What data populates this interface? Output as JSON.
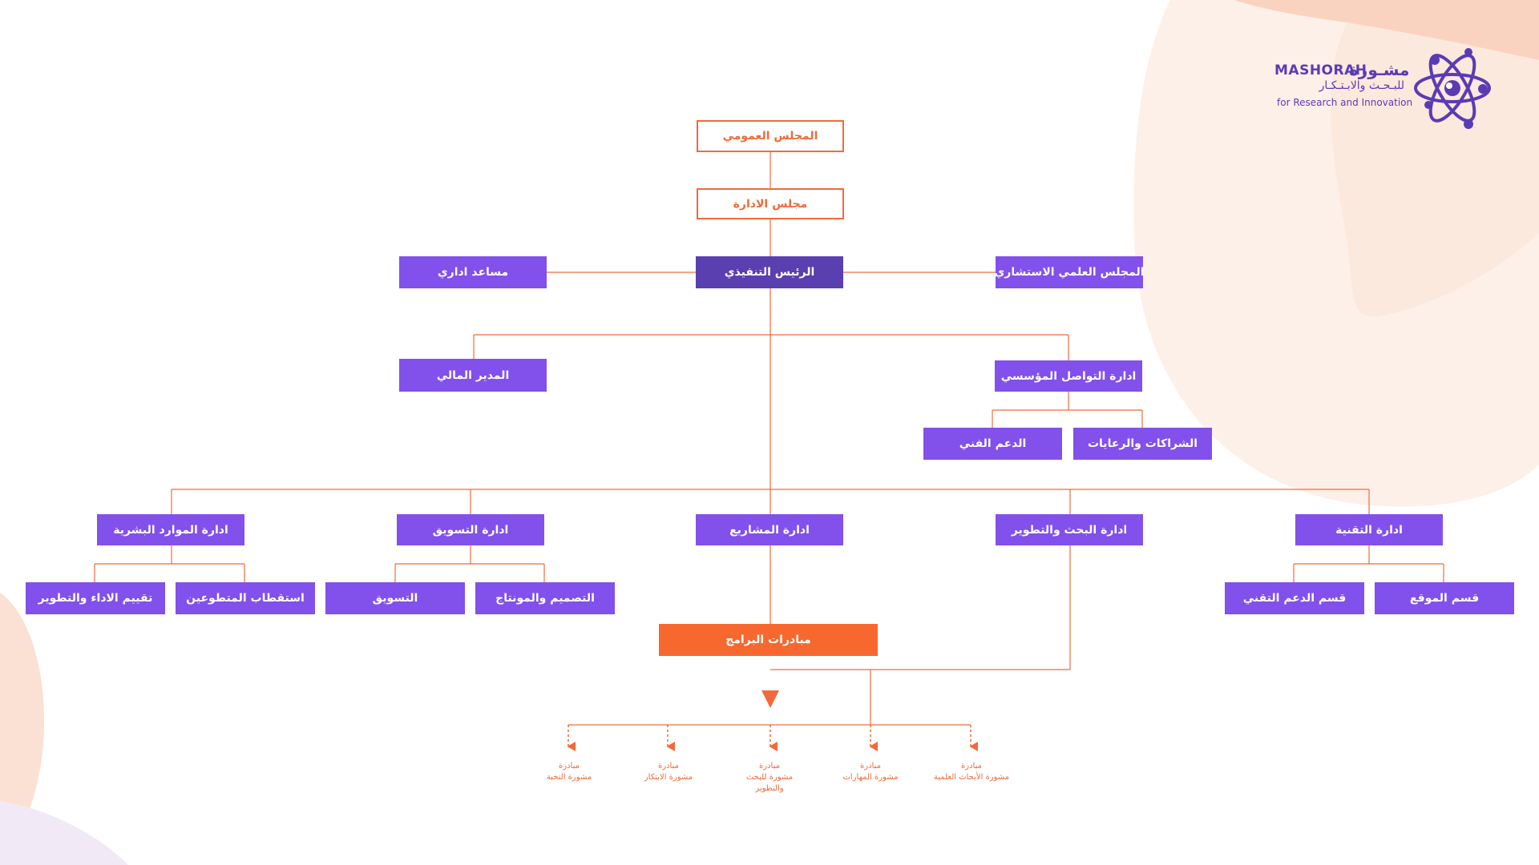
{
  "logo": {
    "name_en": "MASHORAH",
    "name_ar": "مشـورة",
    "subtitle_ar": "للبـحـث والابـتـكـار",
    "subtitle_en": "for Research and Innovation"
  },
  "colors": {
    "primary_purple": "#8250ea",
    "executive_purple": "#5a3fb0",
    "orange": "#f7682f",
    "line_orange": "#f26a3a"
  },
  "org_chart": {
    "general_assembly": "المجلس العمومي",
    "board": "مجلس الادارة",
    "ceo": "الرئيس التنفيذي",
    "admin_assistant": "مساعد اداري",
    "scientific_council": "المجلس العلمي الاستشاري",
    "cfo": "المدير المالي",
    "institutional_comm": "ادارة التواصل المؤسسي",
    "technical_support": "الدعم الفني",
    "partnerships": "الشراكات والرعايات",
    "hr": "ادارة الموارد البشرية",
    "marketing_dept": "ادارة التسويق",
    "projects": "ادارة المشاريع",
    "research": "ادارة البحث والتطوير",
    "technology": "ادارة التقنية",
    "performance": "تقييم الاداء والتطوير",
    "volunteers": "استقطاب المتطوعين",
    "marketing": "التسويق",
    "design": "التصميم والمونتاج",
    "tech_support_section": "قسم الدعم التقني",
    "website_section": "قسم الموقع",
    "program_initiatives": "مبادرات البرامج",
    "initiatives": [
      {
        "line1": "مبادرة",
        "line2": "مشورة النخبة",
        "line3": ""
      },
      {
        "line1": "مبادرة",
        "line2": "مشورة الابتكار",
        "line3": ""
      },
      {
        "line1": "مبادرة",
        "line2": "مشورة للبحث",
        "line3": "والتطوير"
      },
      {
        "line1": "مبادرة",
        "line2": "مشورة المهارات",
        "line3": ""
      },
      {
        "line1": "مبادرة",
        "line2": "مشورة الأبحاث العلمية",
        "line3": ""
      }
    ]
  }
}
